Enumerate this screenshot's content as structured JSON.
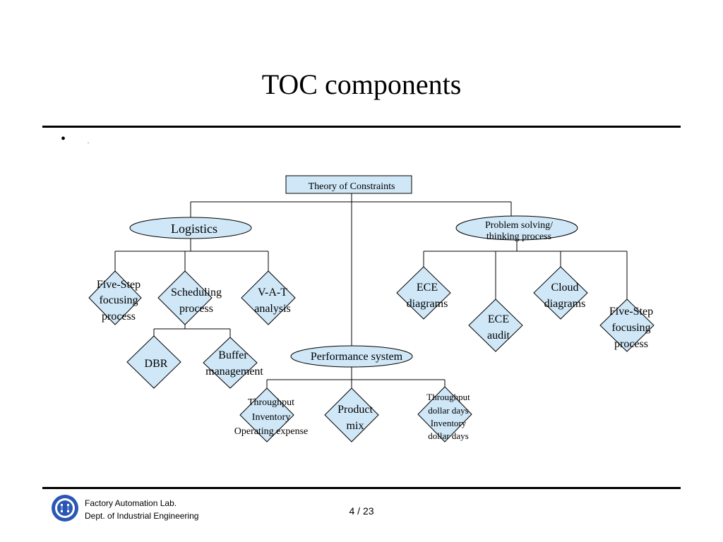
{
  "slide": {
    "title": "TOC components",
    "bullet": "•",
    "bullet2": "."
  },
  "diagram": {
    "root": "Theory of Constraints",
    "logistics": "Logistics",
    "problem_solving": [
      "Problem solving/",
      "thinking process"
    ],
    "five_step_left": [
      "Five-Step",
      "focusing",
      "process"
    ],
    "scheduling": [
      "Scheduling",
      "process"
    ],
    "vat": [
      "V-A-T",
      "analysis"
    ],
    "dbr": "DBR",
    "buffer": [
      "Buffer",
      "management"
    ],
    "performance": "Performance system",
    "throughput_left": [
      "Throughput",
      "Inventory",
      "Operating expense"
    ],
    "product_mix": [
      "Product",
      "mix"
    ],
    "throughput_right": [
      "Throughput",
      "dollar days",
      "Inventory",
      "dollar days"
    ],
    "ece_diagrams": [
      "ECE",
      "diagrams"
    ],
    "ece_audit": [
      "ECE",
      "audit"
    ],
    "cloud": [
      "Cloud",
      "diagrams"
    ],
    "five_step_right": [
      "Five-Step",
      "focusing",
      "process"
    ]
  },
  "colors": {
    "node_fill": "#cfe7f7",
    "node_stroke": "#000000"
  },
  "footer": {
    "lab": "Factory Automation Lab.",
    "dept": "Dept. of Industrial Engineering",
    "page": "4 / 23",
    "logo": "university-seal-logo"
  }
}
